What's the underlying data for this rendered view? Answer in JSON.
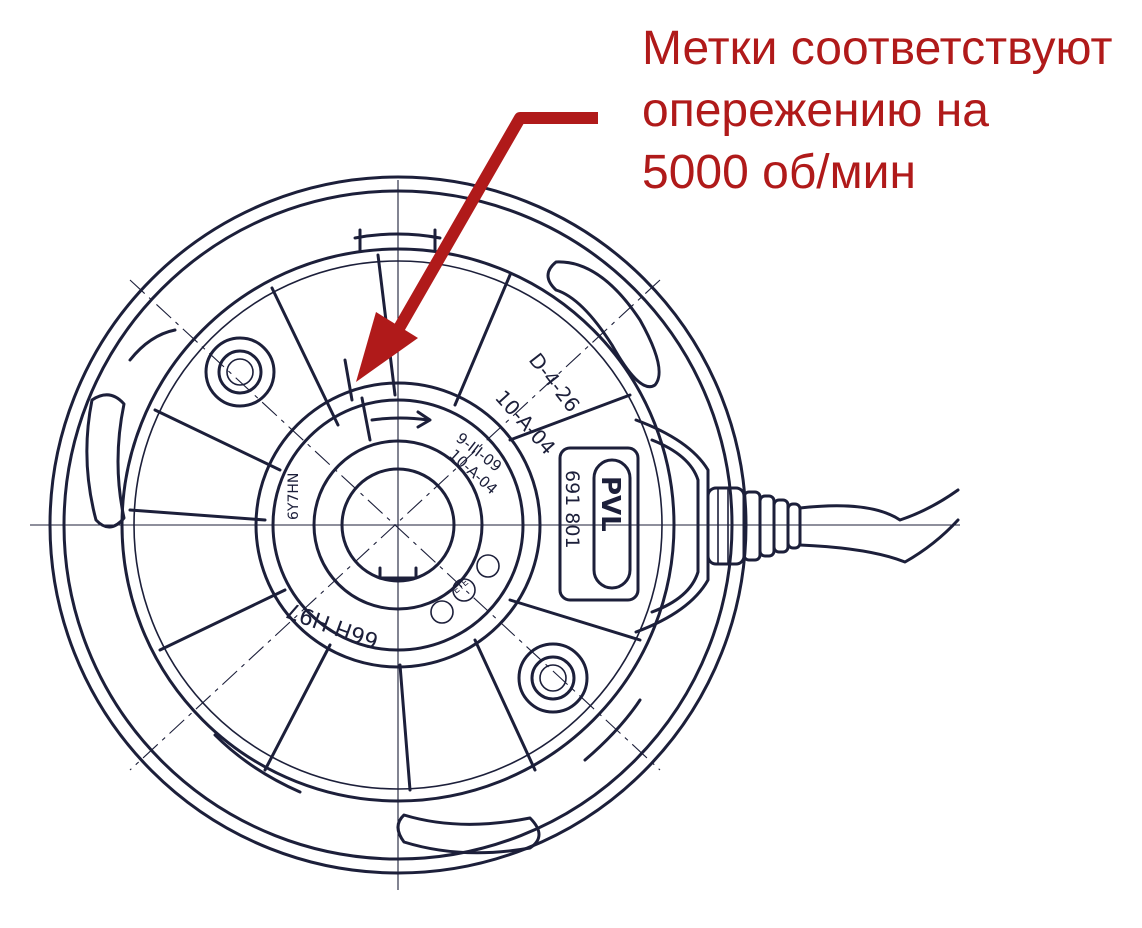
{
  "callout": {
    "lines": [
      "Метки соответствуют",
      "опережению на",
      "5000 об/мин"
    ],
    "color": "#b01a1a"
  },
  "markings": {
    "label_d": "D-4-26",
    "label_a": "10-A-04",
    "brand": "PVL",
    "part_number": "691 801",
    "hub_code_1": "9-III-09",
    "hub_code_2": "10-A-04",
    "hub_bottom": "66H H97",
    "hub_left": "6Y7HN",
    "stamp": "ЕТЕ"
  },
  "colors": {
    "ink": "#1c1f3a",
    "annotation": "#b01a1a",
    "background": "#ffffff"
  }
}
